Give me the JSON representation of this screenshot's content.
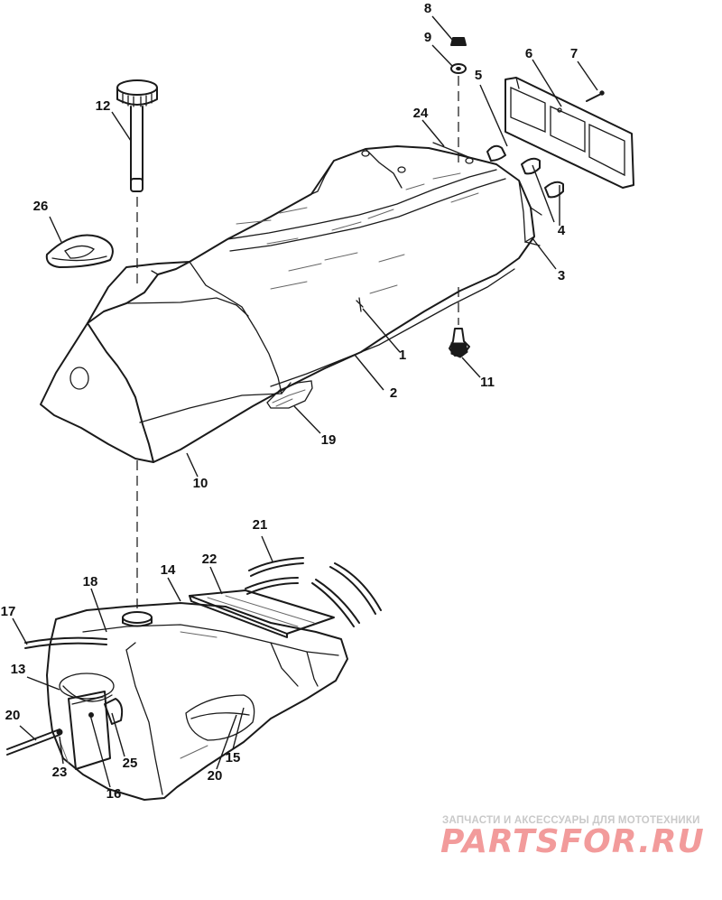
{
  "callouts": [
    {
      "id": "c1",
      "text": "1"
    },
    {
      "id": "c2",
      "text": "2"
    },
    {
      "id": "c3",
      "text": "3"
    },
    {
      "id": "c4",
      "text": "4"
    },
    {
      "id": "c5",
      "text": "5"
    },
    {
      "id": "c6",
      "text": "6"
    },
    {
      "id": "c7",
      "text": "7"
    },
    {
      "id": "c8",
      "text": "8"
    },
    {
      "id": "c9",
      "text": "9"
    },
    {
      "id": "c10",
      "text": "10"
    },
    {
      "id": "c11",
      "text": "11"
    },
    {
      "id": "c12",
      "text": "12"
    },
    {
      "id": "c13",
      "text": "13"
    },
    {
      "id": "c14",
      "text": "14"
    },
    {
      "id": "c15",
      "text": "15"
    },
    {
      "id": "c16",
      "text": "16"
    },
    {
      "id": "c17",
      "text": "17"
    },
    {
      "id": "c18",
      "text": "18"
    },
    {
      "id": "c19",
      "text": "19"
    },
    {
      "id": "c20a",
      "text": "20"
    },
    {
      "id": "c20b",
      "text": "20"
    },
    {
      "id": "c21",
      "text": "21"
    },
    {
      "id": "c22",
      "text": "22"
    },
    {
      "id": "c23",
      "text": "23"
    },
    {
      "id": "c24",
      "text": "24"
    },
    {
      "id": "c25",
      "text": "25"
    },
    {
      "id": "c26",
      "text": "26"
    }
  ],
  "watermark": {
    "tagline": "ЗАПЧАСТИ И АКСЕССУАРЫ ДЛЯ МОТОТЕХНИКИ",
    "logo_text": "PARTSFOR.RU",
    "color": "#f29b9b"
  },
  "colors": {
    "ink": "#1a1a1a",
    "background": "#ffffff"
  }
}
